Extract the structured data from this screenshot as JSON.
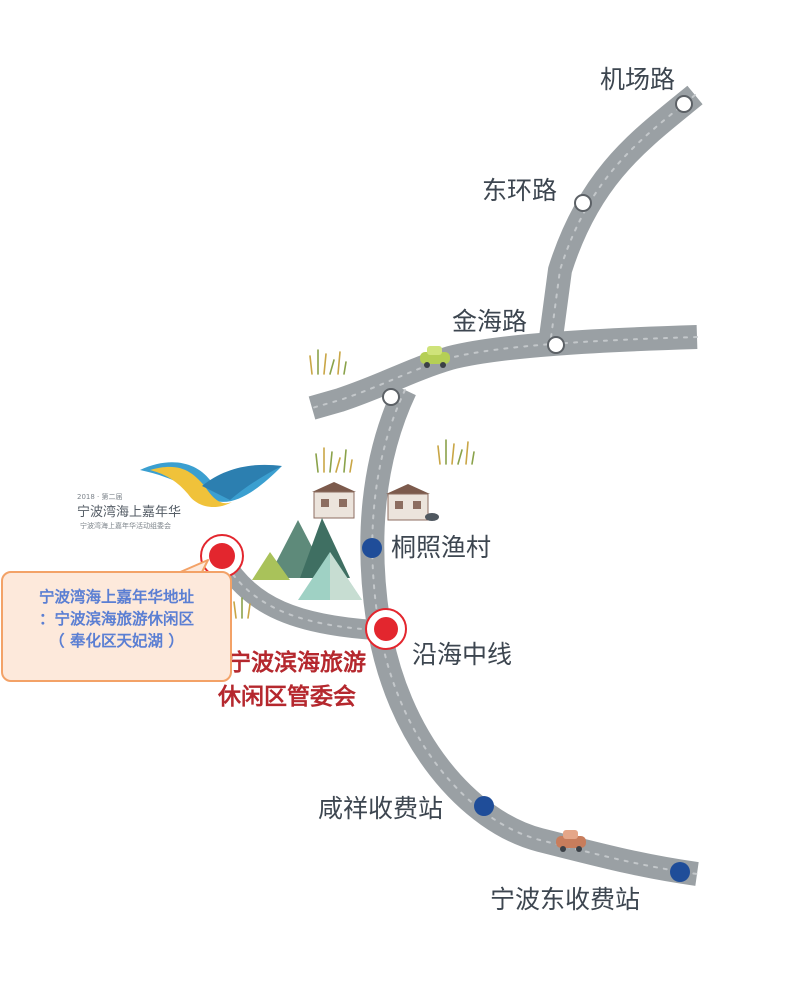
{
  "map": {
    "labels": {
      "airport_road": "机场路",
      "east_ring_road": "东环路",
      "jinhai_road": "金海路",
      "tongzhao_village": "桐照渔村",
      "coastal_middle_line": "沿海中线",
      "xianxiang_toll": "咸祥收费站",
      "ningbo_east_toll": "宁波东收费站",
      "management_committee_line1": "宁波滨海旅游",
      "management_committee_line2": "休闲区管委会"
    },
    "logo": {
      "edition": "2018 · 第二届",
      "title": "宁波湾海上嘉年华",
      "subtitle": "宁波湾海上嘉年华活动组委会"
    },
    "callout": {
      "line1": "宁波湾海上嘉年华地址",
      "line2": "：宁波滨海旅游休闲区",
      "line3": "（ 奉化区天妃湖 ）"
    },
    "colors": {
      "road": "#9aa0a4",
      "interchange_marker": "#ffffff",
      "station_marker": "#1f4d99",
      "highlight_marker": "#e3262e",
      "callout_border": "#f3a267",
      "callout_fill": "#fde9db",
      "callout_text": "#5b7fd3",
      "highlight_label": "#b5282e"
    },
    "icons": [
      "car-icon",
      "house-icon",
      "mountain-icon",
      "grass-icon",
      "event-logo"
    ]
  }
}
